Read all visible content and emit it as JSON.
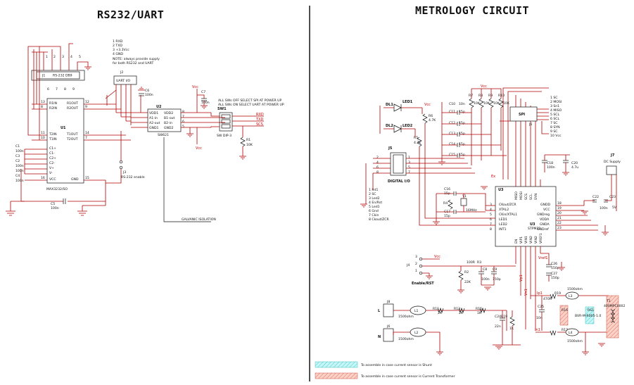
{
  "titles": {
    "left": "RS232/UART",
    "right": "METROLOGY CIRCUIT"
  },
  "left": {
    "j1": {
      "ref": "J1",
      "name": "RS-232 DB9"
    },
    "j2": {
      "ref": "J2",
      "name": "UART I/O"
    },
    "j3": {
      "ref": "J3",
      "name": "RS-232 enable"
    },
    "u1": {
      "ref": "U1",
      "name": "MAX3232/SO",
      "left_pins": [
        [
          "13",
          "R1IN"
        ],
        [
          "8",
          "R2IN"
        ],
        [
          "11",
          "T2IN"
        ],
        [
          "10",
          "T1IN"
        ]
      ],
      "right_pins": [
        [
          "12",
          "R1OUT"
        ],
        [
          "9",
          "R2OUT"
        ],
        [
          "14",
          "T1OUT"
        ],
        [
          "7",
          "T2OUT"
        ]
      ],
      "cap_pins": [
        "C1+",
        "C1-",
        "C2+",
        "C2-",
        "V+",
        "V-"
      ],
      "vcc_pin": "VCC",
      "gnd_pin": "GND",
      "vcc_num": "16",
      "gnd_num": "15"
    },
    "u2": {
      "ref": "U2",
      "name": "SI8621",
      "left_pins": [
        "VDD1",
        "A1-in",
        "A2-out",
        "GND1"
      ],
      "right_pins": [
        "VDD2",
        "B1-out",
        "B2-in",
        "GND2"
      ],
      "right_nums": [
        "8",
        "7",
        "6",
        "5"
      ]
    },
    "sw1": {
      "ref": "SW1",
      "name": "SW DIP-3"
    },
    "caps": [
      "C1",
      "C2",
      "C3",
      "C4",
      "C5",
      "C6",
      "C7"
    ],
    "cap_values": {
      "c1": "100n",
      "c2": "100n",
      "c3": "100n",
      "c4": "100n",
      "c5": "100n",
      "c6": "100n",
      "c7": "100n"
    },
    "r1": {
      "ref": "R1",
      "value": "10K"
    },
    "j2_legend": [
      "1 RXD",
      "2 TXD",
      "3 +3.3Vcc",
      "4 GND"
    ],
    "note": [
      "NOTE: always provide supply",
      "for both RS232 and UART"
    ],
    "sw_note": [
      "ALL SWs OFF SELECT SPI AT POWER UP",
      "ALL SWs ON SELECT UART AT POWER UP"
    ],
    "nets": {
      "rxd": "RXD",
      "txd": "TXD",
      "scs": "SCS",
      "vcc": "Vcc"
    },
    "galvanic": "GALVANIC ISOLATION"
  },
  "right": {
    "u3": {
      "ref": "U3",
      "name": "STPM32",
      "top_pins": [
        "MISO",
        "MOSI",
        "SCS",
        "SCL",
        "SYN"
      ],
      "left_pins": [
        "CKout/ZCR",
        "XTAL2",
        "CKin/XTAL1",
        "LED1",
        "LED2",
        "INT1"
      ],
      "right_pins": [
        "GNDD",
        "VCC",
        "GNDreg",
        "VDDA",
        "GNDA",
        "GNDref"
      ],
      "bottom_pins": [
        "EN",
        "VIP1",
        "VIN1",
        "VIN2",
        "VIN2",
        "VREF1"
      ],
      "left_nums": [
        "3",
        "4",
        "5",
        "6",
        "7",
        "8"
      ],
      "right_nums": [
        "18",
        "19",
        "20",
        "21",
        "22",
        "23"
      ]
    },
    "leds": [
      {
        "ref": "DL1",
        "name": "LED1"
      },
      {
        "ref": "DL2",
        "name": "LED2"
      }
    ],
    "j5": {
      "ref": "J5",
      "name": "DIGITAL I/O",
      "legend": [
        "1 Int1",
        "2 SC",
        "3 Led2",
        "4 En/Rst",
        "5 Led1",
        "6 Gnd",
        "7 Ckin",
        "8 Ckout/ZCR"
      ]
    },
    "j6_spi": {
      "ref": "J6",
      "name": "SPI",
      "legend": [
        "1 SC",
        "2 MOSI",
        "3 Sn1",
        "4 MISO",
        "5 SCL",
        "6 SCL",
        "7 SC",
        "8 SYN",
        "9 SC",
        "10 Vcc"
      ]
    },
    "j7": {
      "ref": "J7",
      "name": "DC Supply"
    },
    "j4": {
      "ref": "J4",
      "name": "Enable/RST"
    },
    "j8": {
      "ref": "J8",
      "label": "L"
    },
    "j9": {
      "ref": "J6",
      "label": "N"
    },
    "caps": [
      {
        "ref": "C10",
        "value": "10n"
      },
      {
        "ref": "C11",
        "value": "15p"
      },
      {
        "ref": "C12",
        "value": "15p"
      },
      {
        "ref": "C13",
        "value": "15p"
      },
      {
        "ref": "C14",
        "value": "15p"
      },
      {
        "ref": "C15",
        "value": "15p"
      },
      {
        "ref": "C16",
        "value": "15p"
      },
      {
        "ref": "C17",
        "value": "15p"
      },
      {
        "ref": "C18",
        "value": "100n"
      },
      {
        "ref": "C19",
        "value": "100n"
      },
      {
        "ref": "C20",
        "value": "4.7u"
      },
      {
        "ref": "C21",
        "value": "4.7u"
      },
      {
        "ref": "C22",
        "value": "100n"
      },
      {
        "ref": "C23",
        "value": "100n"
      },
      {
        "ref": "C24",
        "value": "22n"
      },
      {
        "ref": "C25",
        "value": "10n"
      },
      {
        "ref": "C26",
        "value": "150p"
      },
      {
        "ref": "C27",
        "value": "150p"
      },
      {
        "ref": "C8",
        "value": "100n"
      },
      {
        "ref": "C9",
        "value": "150p"
      }
    ],
    "resistors": [
      {
        "ref": "R6",
        "value": "4.7K"
      },
      {
        "ref": "R5",
        "value": "4.7K"
      },
      {
        "ref": "R7",
        "value": "10K"
      },
      {
        "ref": "R8",
        "value": "10K"
      },
      {
        "ref": "R9",
        "value": "10K"
      },
      {
        "ref": "R10",
        "value": "10K"
      },
      {
        "ref": "R2",
        "value": "22K"
      },
      {
        "ref": "R3",
        "value": "100R"
      },
      {
        "ref": "R4",
        "value": ""
      },
      {
        "ref": "R11",
        "value": "2K"
      },
      {
        "ref": "R12",
        "value": "2K"
      },
      {
        "ref": "R13",
        "value": "2K"
      },
      {
        "ref": "R14",
        "value": "2K"
      },
      {
        "ref": "R15",
        "value": "1K"
      },
      {
        "ref": "R16",
        "value": "1K"
      },
      {
        "ref": "R17",
        "value": "1K"
      },
      {
        "ref": "R18",
        "value": "1K"
      },
      {
        "ref": "R19",
        "value": "470R"
      }
    ],
    "inductors": [
      {
        "ref": "L1",
        "value": "1500ohm"
      },
      {
        "ref": "L2",
        "value": "1500ohm"
      },
      {
        "ref": "L3",
        "value": "1500ohm"
      },
      {
        "ref": "L4",
        "value": "1500ohm"
      }
    ],
    "y1": {
      "ref": "Y1",
      "value": "16MHz"
    },
    "t1": {
      "ref": "T1",
      "value": "400MPC0002"
    },
    "rs1": {
      "ref": "RS1",
      "value": "BVR-M-R005-1.0"
    },
    "nets": {
      "vcc": "Vcc",
      "ex": "Ex",
      "vref": "Vref1",
      "ip": "Ip1",
      "in": "In1",
      "vp": "Vp1",
      "vn": "Vn1",
      "supply": "5V"
    },
    "legend": [
      {
        "color": "#66e0e0",
        "text": "To assemble in case current sensor is Shunt"
      },
      {
        "color": "#f0a090",
        "text": "To assemble in case current sensor is Current Transformer"
      }
    ]
  }
}
